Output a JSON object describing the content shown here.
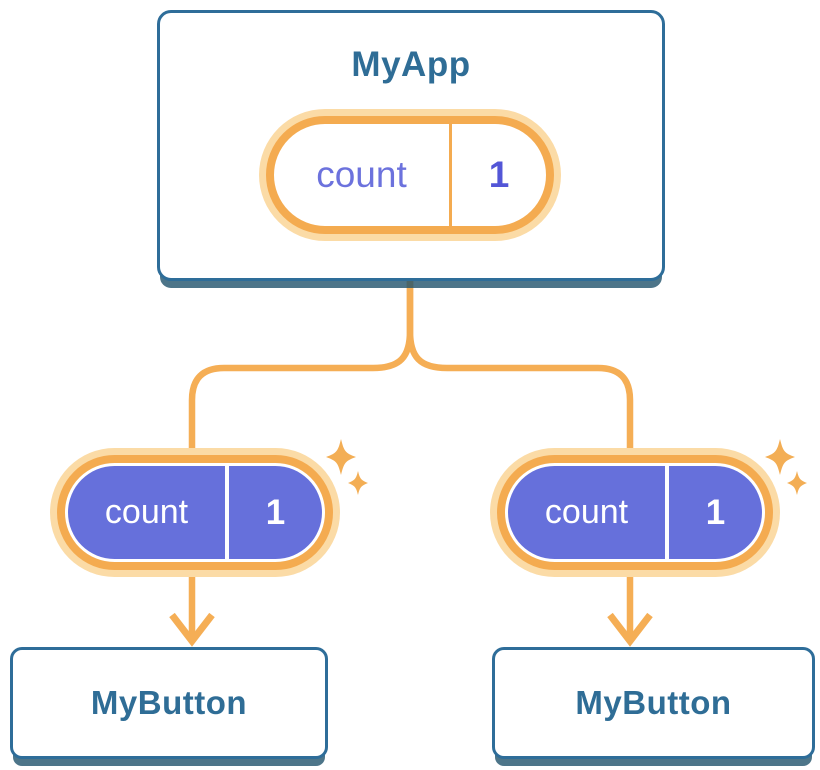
{
  "diagram": {
    "parent": {
      "name": "MyApp",
      "state": {
        "label": "count",
        "value": "1"
      }
    },
    "children": [
      {
        "name": "MyButton",
        "state": {
          "label": "count",
          "value": "1"
        }
      },
      {
        "name": "MyButton",
        "state": {
          "label": "count",
          "value": "1"
        }
      }
    ],
    "icons": [
      "sparkle-icon",
      "arrow-down-icon"
    ],
    "colors": {
      "card_border": "#2E6D99",
      "card_text": "#2F6D96",
      "card_shadow": "rgba(32,82,108,0.8)",
      "connector_orange": "#F5AE55",
      "pill_ring_orange": "#F4AB50",
      "pill_glow": "#FBDBA6",
      "pill_fill_purple": "#6670DB",
      "state_label_text": "#6C72DD",
      "state_value_text": "#5356D7",
      "background": "#FFFFFF"
    }
  }
}
